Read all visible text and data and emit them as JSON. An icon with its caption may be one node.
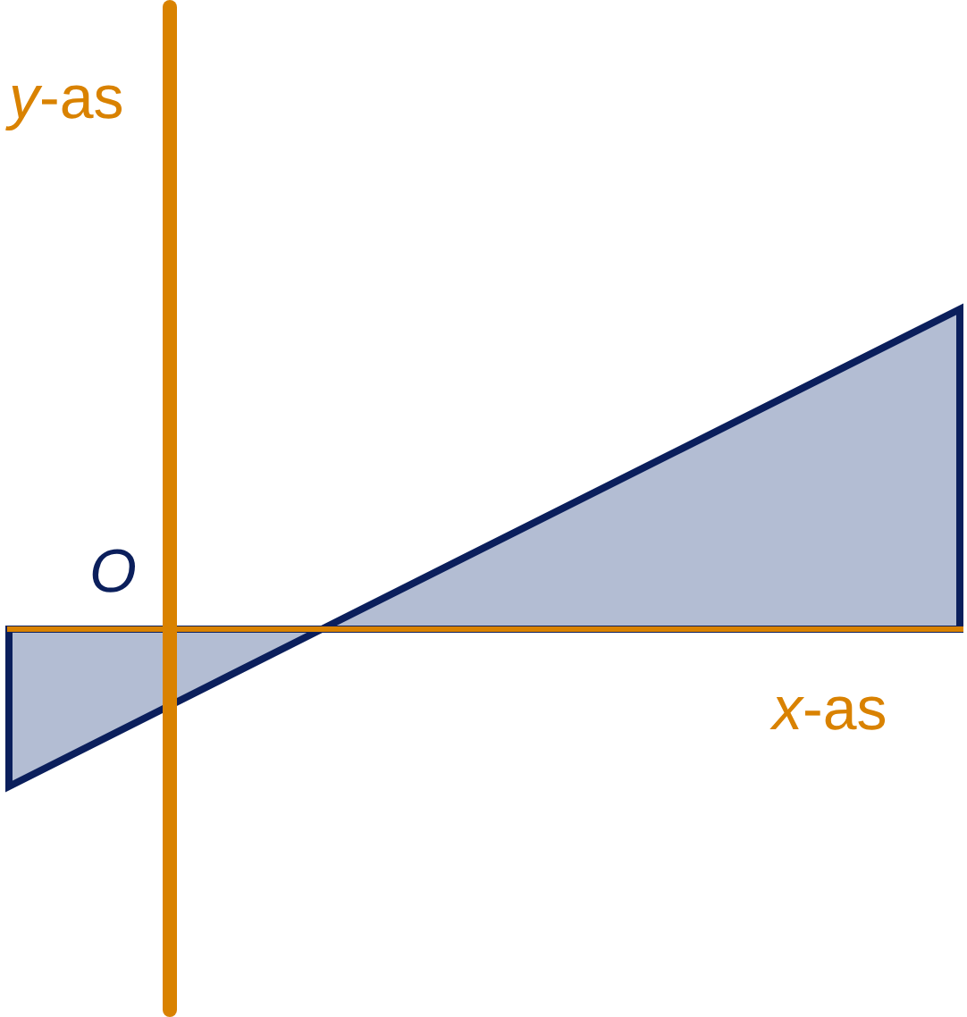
{
  "diagram": {
    "labels": [
      "*y*-as",
      "O",
      "*x*-as"
    ]
  }
}
